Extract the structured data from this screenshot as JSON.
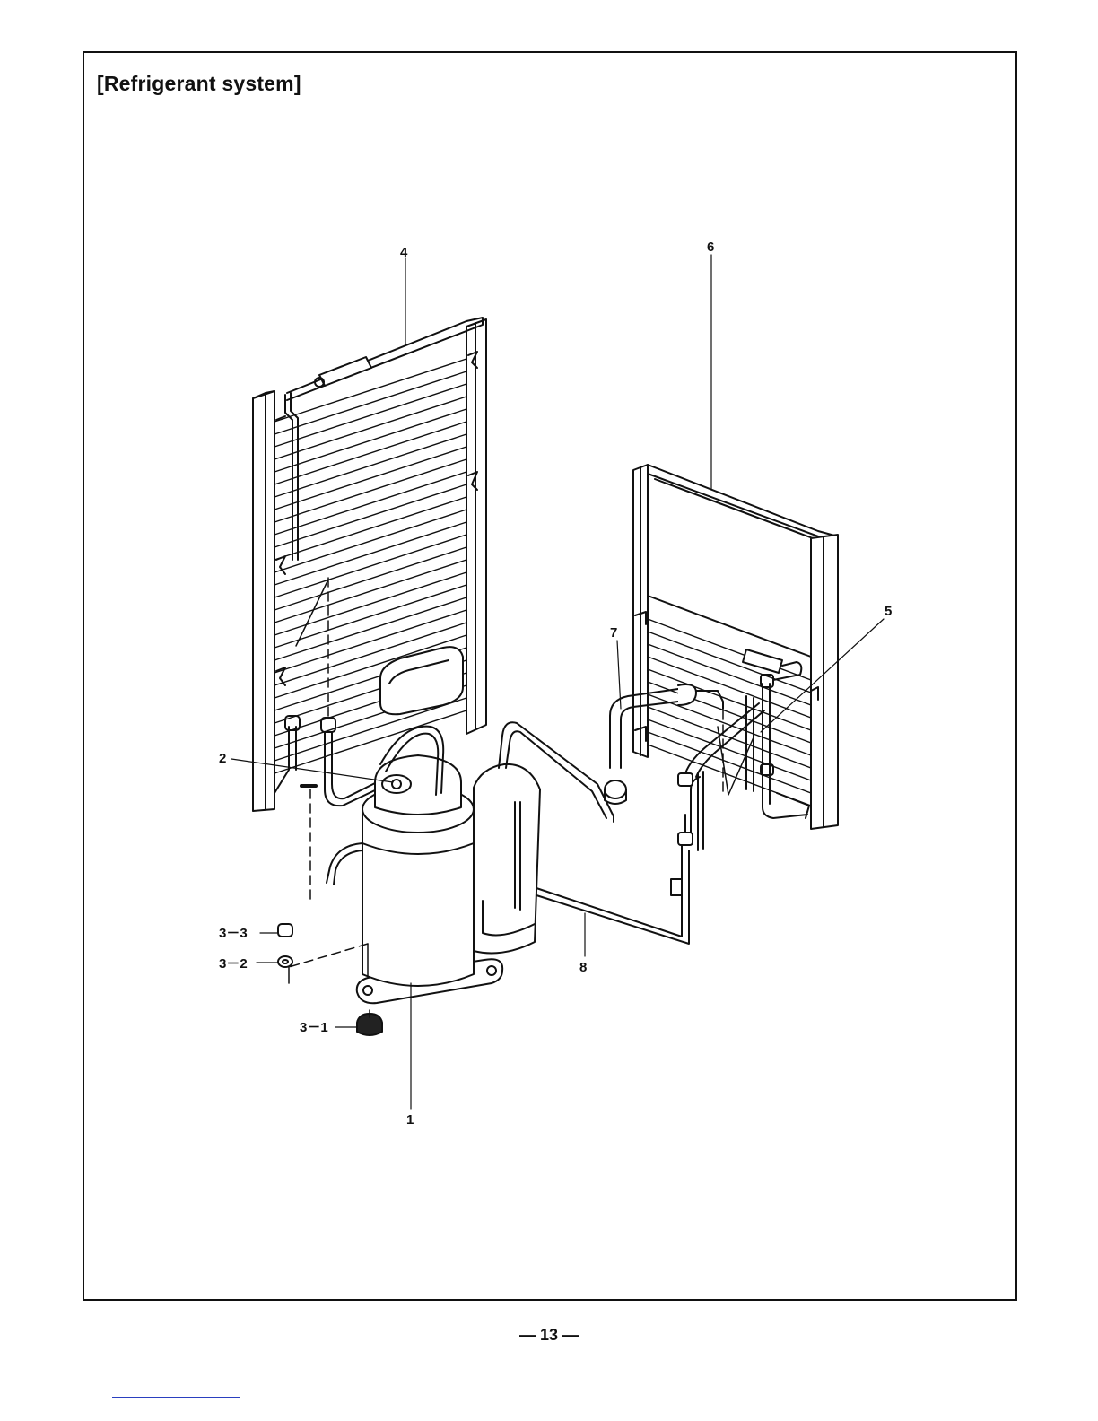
{
  "title": "[Refrigerant  system]",
  "page_number": "— 13 —",
  "colors": {
    "ink": "#111111",
    "footer_rule": "#2a3fbf"
  },
  "callouts": {
    "c1": "1",
    "c2": "2",
    "c3_1": "3－1",
    "c3_2": "3－2",
    "c3_3": "3－3",
    "c4": "4",
    "c5": "5",
    "c6": "6",
    "c7": "7",
    "c8": "8"
  }
}
